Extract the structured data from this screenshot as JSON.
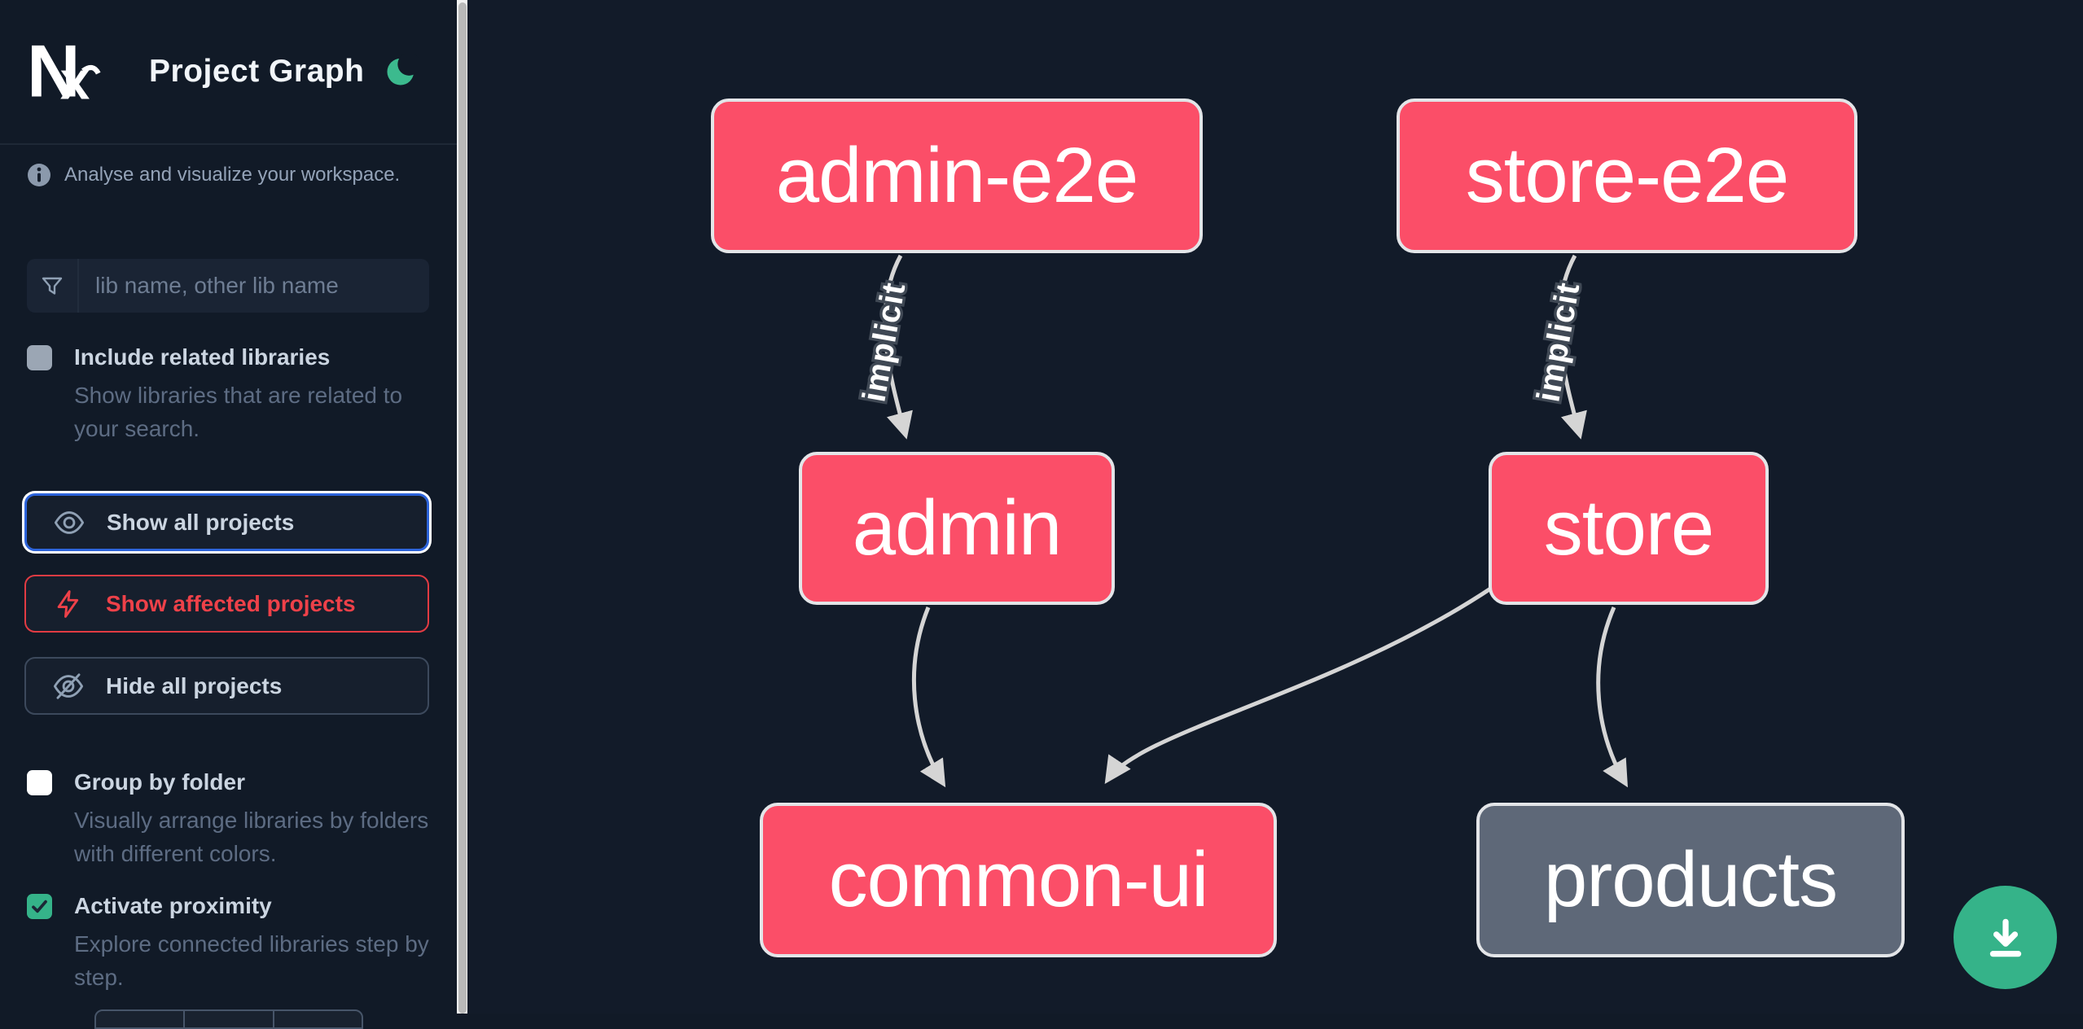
{
  "app": {
    "logo_text": "Nx",
    "title": "Project Graph"
  },
  "sidebar": {
    "tagline": "Analyse and visualize your workspace.",
    "search": {
      "placeholder": "lib name, other lib name"
    },
    "actions": [
      {
        "label": "Show all projects",
        "state": "focused"
      },
      {
        "label": "Show affected projects",
        "state": "affected"
      },
      {
        "label": "Hide all projects",
        "state": "default"
      }
    ],
    "toggles": [
      {
        "label": "Include related libraries",
        "description": "Show libraries that are related to your search.",
        "checked": false
      },
      {
        "label": "Group by folder",
        "description": "Visually arrange libraries by folders with different colors.",
        "checked": false
      },
      {
        "label": "Activate proximity",
        "description": "Explore connected libraries step by step.",
        "checked": true
      }
    ]
  },
  "graph": {
    "nodes": [
      {
        "id": "admin-e2e",
        "label": "admin-e2e",
        "color": "#fb4e68"
      },
      {
        "id": "store-e2e",
        "label": "store-e2e",
        "color": "#fb4e68"
      },
      {
        "id": "admin",
        "label": "admin",
        "color": "#fb4e68"
      },
      {
        "id": "store",
        "label": "store",
        "color": "#fb4e68"
      },
      {
        "id": "common-ui",
        "label": "common-ui",
        "color": "#fb4e68"
      },
      {
        "id": "products",
        "label": "products",
        "color": "#5e6878"
      }
    ],
    "edges": [
      {
        "from": "admin-e2e",
        "to": "admin",
        "label": "implicit"
      },
      {
        "from": "store-e2e",
        "to": "store",
        "label": "implicit"
      },
      {
        "from": "admin",
        "to": "common-ui",
        "label": ""
      },
      {
        "from": "store",
        "to": "common-ui",
        "label": ""
      },
      {
        "from": "store",
        "to": "products",
        "label": ""
      }
    ]
  },
  "colors": {
    "background": "#111a27",
    "node_affected": "#fb4e68",
    "node_default": "#5e6878",
    "node_border": "#e3e5e8",
    "edge": "#d5d5d5",
    "accent_green": "#35b389",
    "focus_blue": "#2c63da",
    "affected_red": "#ee4149"
  }
}
